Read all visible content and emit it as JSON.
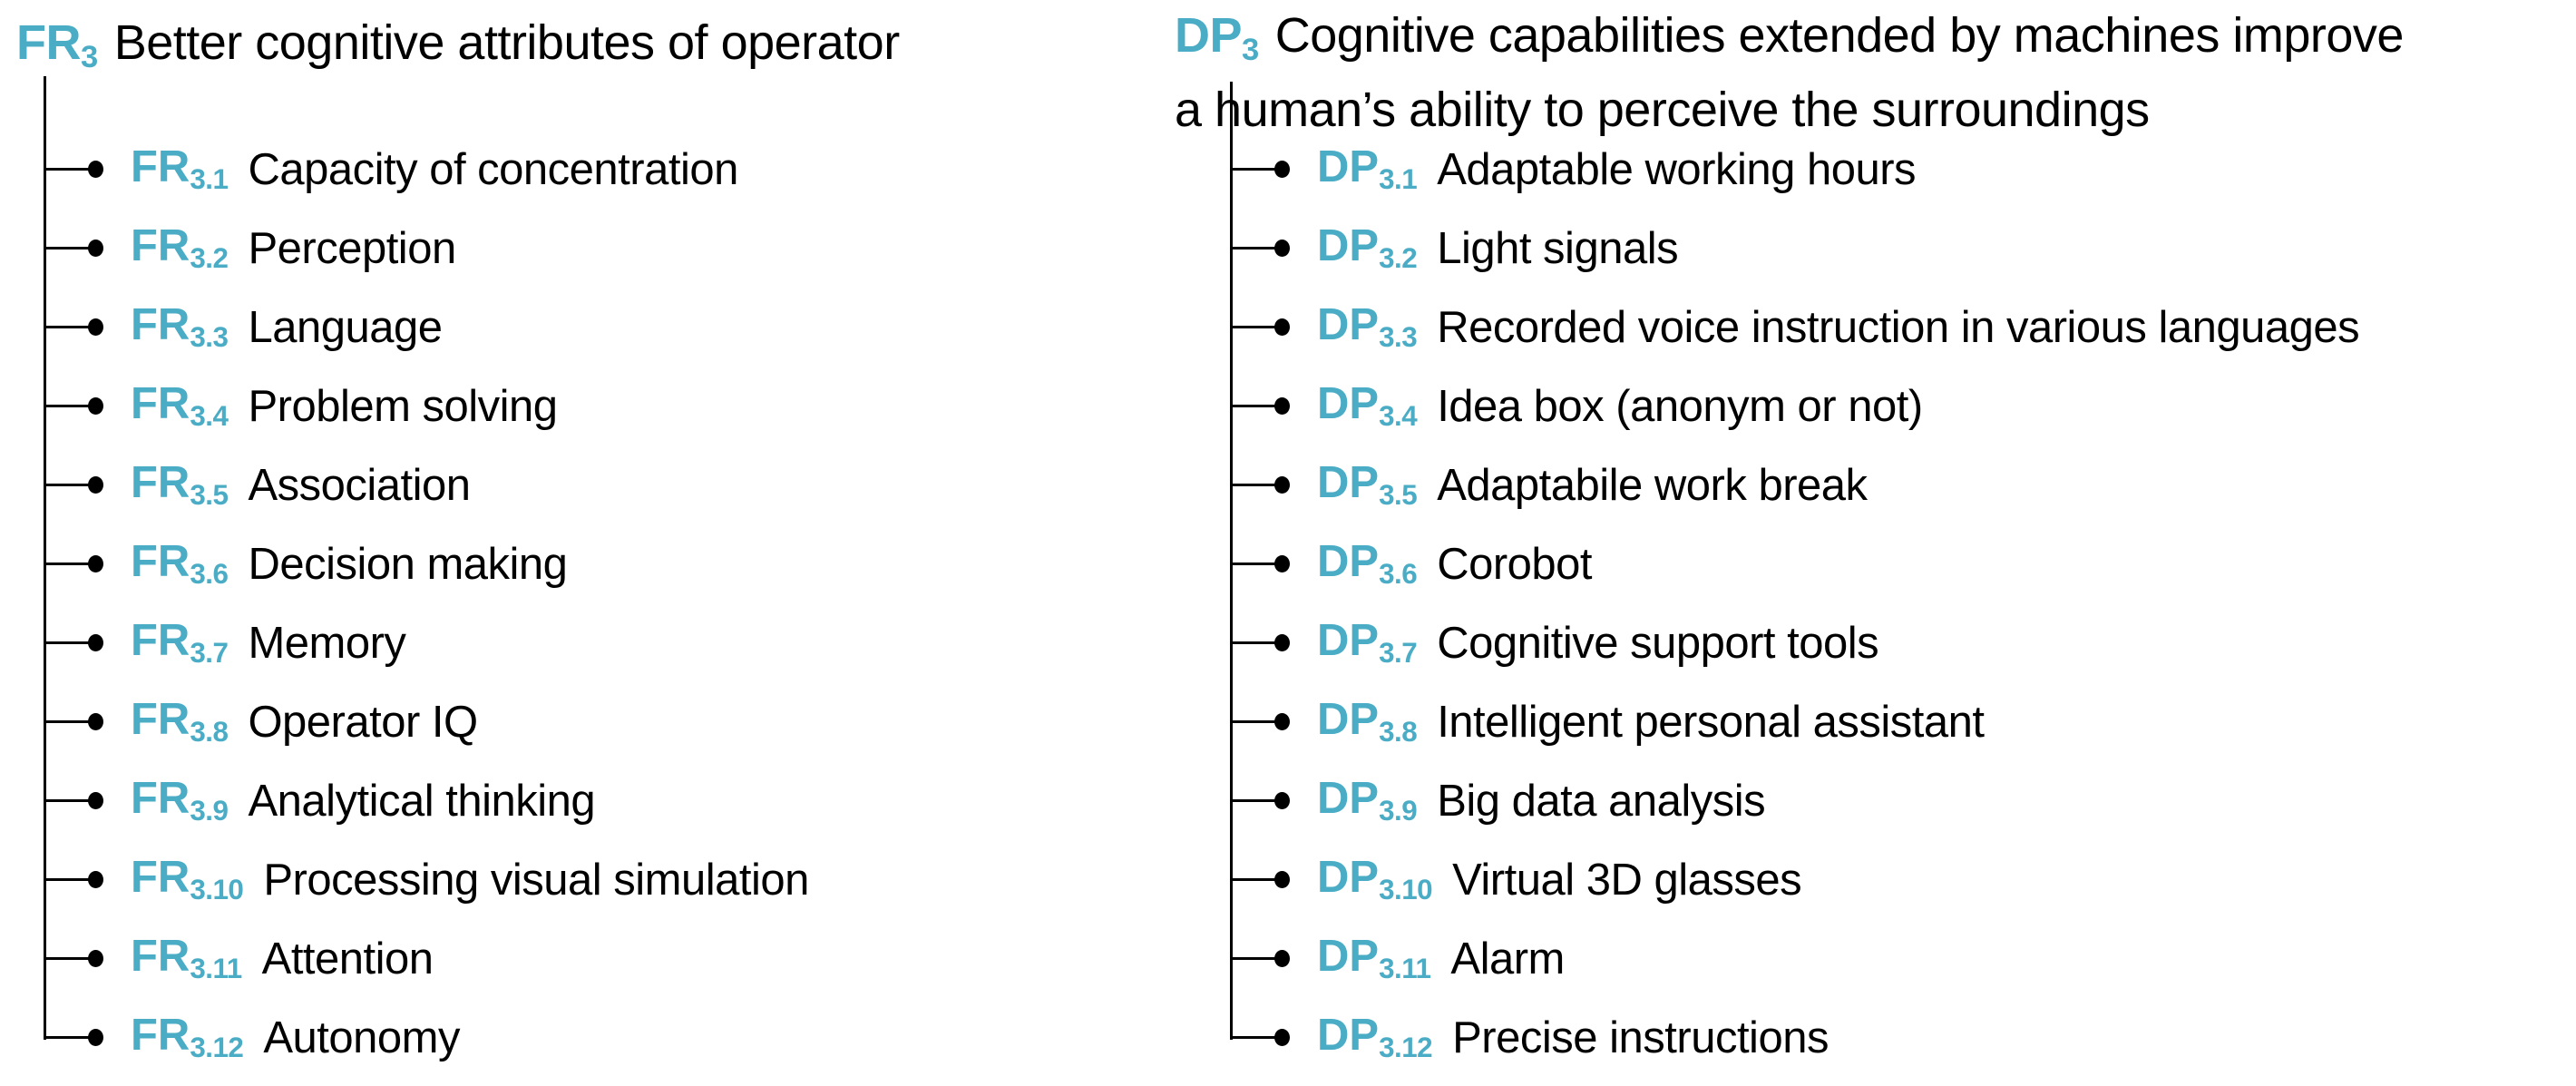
{
  "colors": {
    "accent": "#4BACC6",
    "text": "#000000",
    "line": "#000000",
    "background": "#FFFFFF"
  },
  "trees": {
    "fr": {
      "root": {
        "label": "FR",
        "sub": "3",
        "text": "Better cognitive attributes of operator"
      },
      "items": [
        {
          "label": "FR",
          "sub": "3.1",
          "text": "Capacity of concentration"
        },
        {
          "label": "FR",
          "sub": "3.2",
          "text": "Perception"
        },
        {
          "label": "FR",
          "sub": "3.3",
          "text": "Language"
        },
        {
          "label": "FR",
          "sub": "3.4",
          "text": "Problem solving"
        },
        {
          "label": "FR",
          "sub": "3.5",
          "text": "Association"
        },
        {
          "label": "FR",
          "sub": "3.6",
          "text": "Decision making"
        },
        {
          "label": "FR",
          "sub": "3.7",
          "text": "Memory"
        },
        {
          "label": "FR",
          "sub": "3.8",
          "text": "Operator IQ"
        },
        {
          "label": "FR",
          "sub": "3.9",
          "text": "Analytical thinking"
        },
        {
          "label": "FR",
          "sub": "3.10",
          "text": "Processing visual simulation"
        },
        {
          "label": "FR",
          "sub": "3.11",
          "text": "Attention"
        },
        {
          "label": "FR",
          "sub": "3.12",
          "text": "Autonomy"
        }
      ]
    },
    "dp": {
      "root": {
        "label": "DP",
        "sub": "3",
        "text_lines": [
          "Cognitive capabilities extended by machines improve",
          "a human’s ability to perceive the surroundings"
        ]
      },
      "items": [
        {
          "label": "DP",
          "sub": "3.1",
          "text": "Adaptable working hours"
        },
        {
          "label": "DP",
          "sub": "3.2",
          "text": "Light signals"
        },
        {
          "label": "DP",
          "sub": "3.3",
          "text": "Recorded voice instruction in various languages"
        },
        {
          "label": "DP",
          "sub": "3.4",
          "text": "Idea box (anonym or not)"
        },
        {
          "label": "DP",
          "sub": "3.5",
          "text": "Adaptabile work break"
        },
        {
          "label": "DP",
          "sub": "3.6",
          "text": "Corobot"
        },
        {
          "label": "DP",
          "sub": "3.7",
          "text": "Cognitive support tools"
        },
        {
          "label": "DP",
          "sub": "3.8",
          "text": "Intelligent personal assistant"
        },
        {
          "label": "DP",
          "sub": "3.9",
          "text": "Big data analysis"
        },
        {
          "label": "DP",
          "sub": "3.10",
          "text": "Virtual 3D glasses"
        },
        {
          "label": "DP",
          "sub": "3.11",
          "text": "Alarm"
        },
        {
          "label": "DP",
          "sub": "3.12",
          "text": "Precise instructions"
        }
      ]
    }
  }
}
